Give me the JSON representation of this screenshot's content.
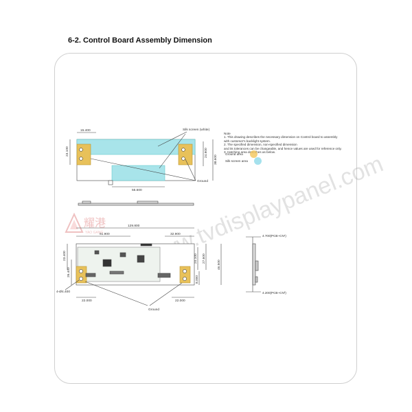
{
  "page": {
    "title": "6-2. Control Board Assembly Dimension"
  },
  "watermark": {
    "text": "www.tvdisplaypanel.com",
    "logo_text": "耀港",
    "logo_sub": "YAO GANG"
  },
  "notes": {
    "heading": "Note",
    "lines": [
      "1. This drawing describes the necessary dimension on Control board to assembly",
      "with customer's backlight system.",
      "2. The specified dimension, non-specified dimension",
      "and its tolerances can be changeable, and hence values are used for reference only.",
      "3. Hatching area describes as below."
    ],
    "legend": [
      {
        "label": "Ground area",
        "color": "#f3c55a"
      },
      {
        "label": "Silk screen area",
        "color": "#8fd9e8"
      }
    ]
  },
  "top_view": {
    "callouts": [
      "Silk screen (white)",
      "Ground"
    ],
    "dims": [
      "15.400",
      "23.100",
      "24.900",
      "38.600",
      "55.600"
    ]
  },
  "front_view": {
    "callouts": [
      "Ground"
    ],
    "dims": [
      "129.800",
      "61.900",
      "32.900",
      "23.400",
      "26.400",
      "24.100",
      "27.600",
      "46.500",
      "8.000",
      "4-Ø4.400",
      "22.000",
      "22.000"
    ]
  },
  "side_view": {
    "dims": [
      "4.700(PCB~CN¹)",
      "4.200(PCB~CN²)"
    ]
  },
  "colors": {
    "silk": "#a8e4ea",
    "ground": "#e8c15a",
    "line": "#444444"
  }
}
